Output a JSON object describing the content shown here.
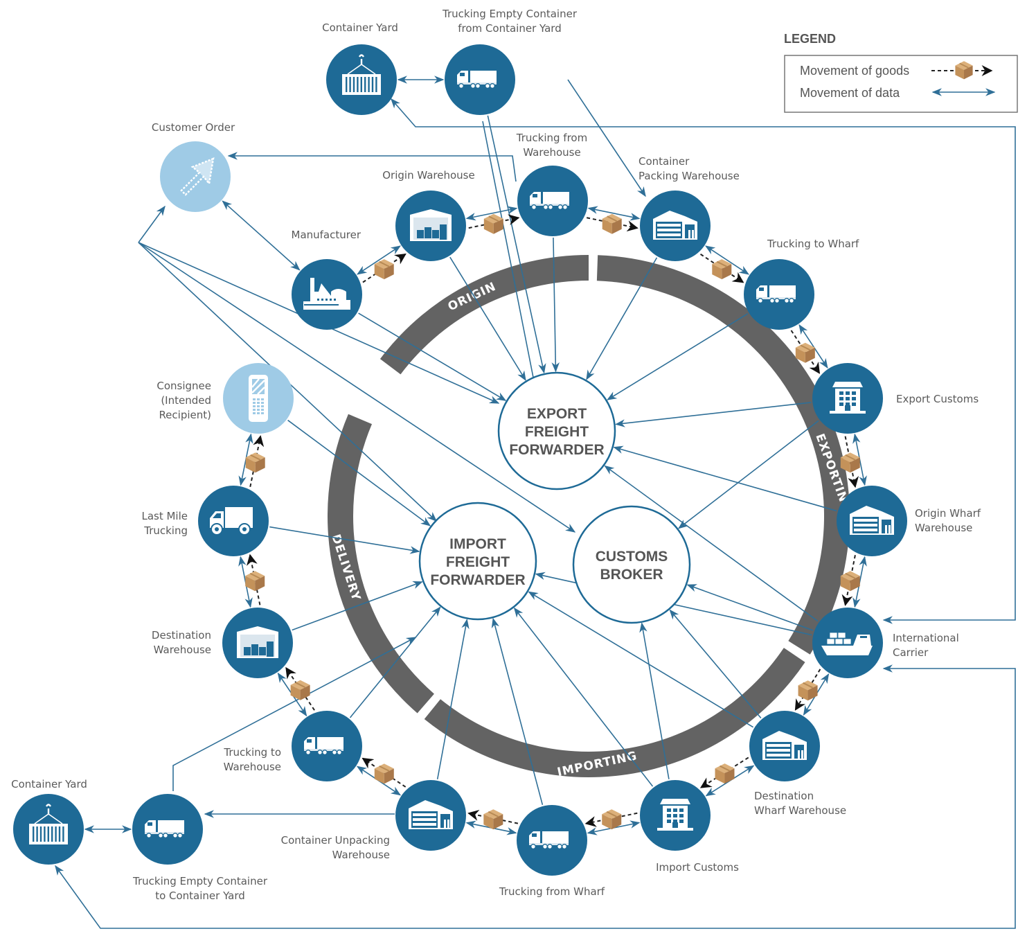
{
  "colors": {
    "node_dark": "#1e6a96",
    "node_light": "#9fcbe6",
    "data_line": "#2f6f97",
    "ring": "#636363",
    "hub_text": "#555555",
    "label_text": "#5a5a5a",
    "box": "#c9a06a"
  },
  "legend": {
    "title": "LEGEND",
    "items": [
      {
        "label": "Movement of goods",
        "icon": "dashed-arrow-with-box-icon"
      },
      {
        "label": "Movement of data",
        "icon": "double-arrow-icon"
      }
    ]
  },
  "ring_segments": [
    {
      "id": "origin",
      "label": "ORIGIN"
    },
    {
      "id": "exporting",
      "label": "EXPORTING"
    },
    {
      "id": "importing",
      "label": "IMPORTING"
    },
    {
      "id": "delivery",
      "label": "DELIVERY"
    }
  ],
  "hubs": [
    {
      "id": "export-ff",
      "lines": [
        "EXPORT",
        "FREIGHT",
        "FORWARDER"
      ]
    },
    {
      "id": "import-ff",
      "lines": [
        "IMPORT",
        "FREIGHT",
        "FORWARDER"
      ]
    },
    {
      "id": "customs-broker",
      "lines": [
        "CUSTOMS",
        "BROKER"
      ]
    }
  ],
  "nodes": [
    {
      "id": "container-yard-top",
      "label": [
        "Container Yard"
      ],
      "icon": "container-crane-icon",
      "style": "dark"
    },
    {
      "id": "trucking-empty-from-yard",
      "label": [
        "Trucking Empty Container",
        "from Container Yard"
      ],
      "icon": "truck-icon",
      "style": "dark"
    },
    {
      "id": "customer-order",
      "label": [
        "Customer Order"
      ],
      "icon": "cursor-click-icon",
      "style": "light"
    },
    {
      "id": "trucking-from-warehouse",
      "label": [
        "Trucking from",
        "Warehouse"
      ],
      "icon": "truck-icon",
      "style": "dark"
    },
    {
      "id": "origin-warehouse",
      "label": [
        "Origin Warehouse"
      ],
      "icon": "warehouse-boxes-icon",
      "style": "dark"
    },
    {
      "id": "container-packing-warehouse",
      "label": [
        "Container",
        "Packing Warehouse"
      ],
      "icon": "warehouse-racks-icon",
      "style": "dark"
    },
    {
      "id": "manufacturer",
      "label": [
        "Manufacturer"
      ],
      "icon": "factory-icon",
      "style": "dark"
    },
    {
      "id": "trucking-to-wharf",
      "label": [
        "Trucking to Wharf"
      ],
      "icon": "truck-icon",
      "style": "dark"
    },
    {
      "id": "export-customs",
      "label": [
        "Export Customs"
      ],
      "icon": "customs-building-icon",
      "style": "dark"
    },
    {
      "id": "origin-wharf-warehouse",
      "label": [
        "Origin Wharf",
        "Warehouse"
      ],
      "icon": "warehouse-racks-icon",
      "style": "dark"
    },
    {
      "id": "international-carrier",
      "label": [
        "International",
        "Carrier"
      ],
      "icon": "ship-icon",
      "style": "dark"
    },
    {
      "id": "destination-wharf-warehouse",
      "label": [
        "Destination",
        "Wharf Warehouse"
      ],
      "icon": "warehouse-racks-icon",
      "style": "dark"
    },
    {
      "id": "import-customs",
      "label": [
        "Import Customs"
      ],
      "icon": "customs-building-icon",
      "style": "dark"
    },
    {
      "id": "trucking-from-wharf",
      "label": [
        "Trucking from Wharf"
      ],
      "icon": "truck-icon",
      "style": "dark"
    },
    {
      "id": "container-unpacking-warehouse",
      "label": [
        "Container Unpacking",
        "Warehouse"
      ],
      "icon": "warehouse-racks-icon",
      "style": "dark"
    },
    {
      "id": "trucking-to-warehouse",
      "label": [
        "Trucking to",
        "Warehouse"
      ],
      "icon": "truck-icon",
      "style": "dark"
    },
    {
      "id": "destination-warehouse",
      "label": [
        "Destination",
        "Warehouse"
      ],
      "icon": "warehouse-boxes-icon",
      "style": "dark"
    },
    {
      "id": "last-mile-trucking",
      "label": [
        "Last Mile",
        "Trucking"
      ],
      "icon": "box-truck-icon",
      "style": "dark"
    },
    {
      "id": "consignee",
      "label": [
        "Consignee",
        "(Intended",
        "Recipient)"
      ],
      "icon": "handheld-scanner-icon",
      "style": "light"
    },
    {
      "id": "trucking-empty-to-yard",
      "label": [
        "Trucking Empty Container",
        "to Container Yard"
      ],
      "icon": "truck-icon",
      "style": "dark"
    },
    {
      "id": "container-yard-bottom",
      "label": [
        "Container Yard"
      ],
      "icon": "container-crane-icon",
      "style": "dark"
    }
  ],
  "goods_flow": [
    [
      "manufacturer",
      "origin-warehouse"
    ],
    [
      "origin-warehouse",
      "trucking-from-warehouse"
    ],
    [
      "trucking-from-warehouse",
      "container-packing-warehouse"
    ],
    [
      "container-packing-warehouse",
      "trucking-to-wharf"
    ],
    [
      "trucking-to-wharf",
      "export-customs"
    ],
    [
      "export-customs",
      "origin-wharf-warehouse"
    ],
    [
      "origin-wharf-warehouse",
      "international-carrier"
    ],
    [
      "international-carrier",
      "destination-wharf-warehouse"
    ],
    [
      "destination-wharf-warehouse",
      "import-customs"
    ],
    [
      "import-customs",
      "trucking-from-wharf"
    ],
    [
      "trucking-from-wharf",
      "container-unpacking-warehouse"
    ],
    [
      "container-unpacking-warehouse",
      "trucking-to-warehouse"
    ],
    [
      "trucking-to-warehouse",
      "destination-warehouse"
    ],
    [
      "destination-warehouse",
      "last-mile-trucking"
    ],
    [
      "last-mile-trucking",
      "consignee"
    ]
  ],
  "data_flow": [
    [
      "container-yard-top",
      "trucking-empty-from-yard"
    ],
    [
      "customer-order",
      "manufacturer"
    ],
    [
      "manufacturer",
      "origin-warehouse"
    ],
    [
      "origin-warehouse",
      "trucking-from-warehouse"
    ],
    [
      "trucking-from-warehouse",
      "container-packing-warehouse"
    ],
    [
      "container-packing-warehouse",
      "trucking-to-wharf"
    ],
    [
      "trucking-to-wharf",
      "export-customs"
    ],
    [
      "export-customs",
      "origin-wharf-warehouse"
    ],
    [
      "origin-wharf-warehouse",
      "international-carrier"
    ],
    [
      "international-carrier",
      "destination-wharf-warehouse"
    ],
    [
      "destination-wharf-warehouse",
      "import-customs"
    ],
    [
      "import-customs",
      "trucking-from-wharf"
    ],
    [
      "trucking-from-wharf",
      "container-unpacking-warehouse"
    ],
    [
      "container-unpacking-warehouse",
      "trucking-to-warehouse"
    ],
    [
      "trucking-to-warehouse",
      "destination-warehouse"
    ],
    [
      "destination-warehouse",
      "last-mile-trucking"
    ],
    [
      "last-mile-trucking",
      "consignee"
    ],
    [
      "container-yard-bottom",
      "trucking-empty-to-yard"
    ],
    [
      "manufacturer",
      "export-ff"
    ],
    [
      "origin-warehouse",
      "export-ff"
    ],
    [
      "trucking-from-warehouse",
      "export-ff"
    ],
    [
      "trucking-empty-from-yard",
      "export-ff"
    ],
    [
      "container-packing-warehouse",
      "export-ff"
    ],
    [
      "trucking-to-wharf",
      "export-ff"
    ],
    [
      "export-customs",
      "export-ff"
    ],
    [
      "origin-wharf-warehouse",
      "export-ff"
    ],
    [
      "international-carrier",
      "export-ff"
    ],
    [
      "export-customs",
      "customs-broker"
    ],
    [
      "international-carrier",
      "customs-broker"
    ],
    [
      "import-customs",
      "customs-broker"
    ],
    [
      "destination-wharf-warehouse",
      "customs-broker"
    ],
    [
      "consignee",
      "import-ff"
    ],
    [
      "last-mile-trucking",
      "import-ff"
    ],
    [
      "destination-warehouse",
      "import-ff"
    ],
    [
      "trucking-to-warehouse",
      "import-ff"
    ],
    [
      "container-unpacking-warehouse",
      "import-ff"
    ],
    [
      "trucking-from-wharf",
      "import-ff"
    ],
    [
      "import-customs",
      "import-ff"
    ],
    [
      "destination-wharf-warehouse",
      "import-ff"
    ],
    [
      "international-carrier",
      "import-ff"
    ]
  ]
}
